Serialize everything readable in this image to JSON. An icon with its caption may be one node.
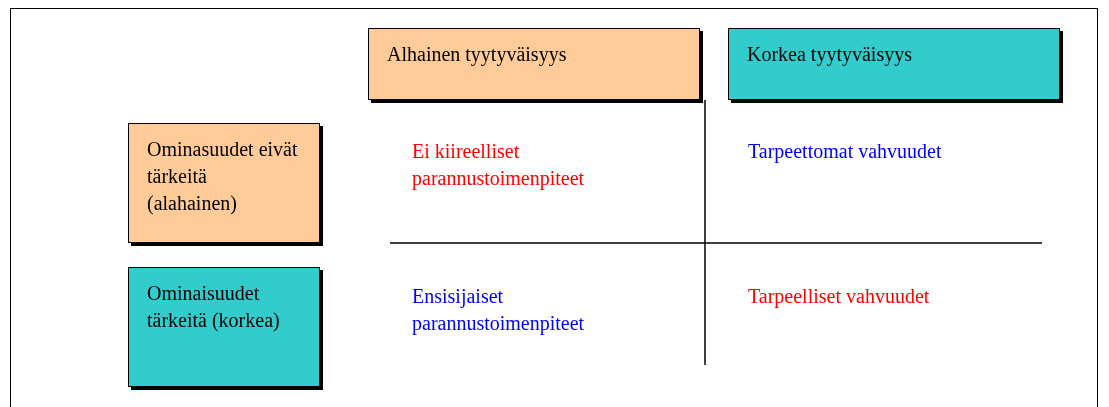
{
  "diagram": {
    "nodes": [
      {
        "text": [
          "Alhainen tyytyväisyys"
        ]
      },
      {
        "text": [
          "Korkea tyytyväisyys"
        ]
      },
      {
        "text": [
          "Ominasuudet eivät tärkeitä (alahainen)"
        ]
      },
      {
        "text": [
          "Ominaisuudet tärkeitä (korkea)"
        ]
      }
    ],
    "labels": [
      "Ei kiireelliset parannustoimenpiteet",
      "Tarpeettomat vahvuudet",
      "Ensisijaiset parannustoimenpiteet",
      "Tarpeelliset vahvuudet"
    ]
  }
}
